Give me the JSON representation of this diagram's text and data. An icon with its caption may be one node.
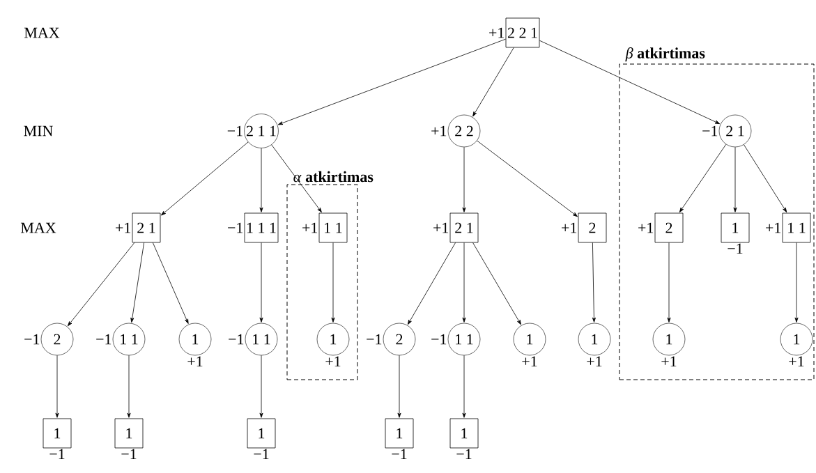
{
  "diagram": {
    "nodes": [
      {
        "text": [
          "2 2 1"
        ],
        "beside": [
          "+1"
        ]
      },
      {
        "text": [
          "2 1 1"
        ],
        "beside": [
          "−1"
        ]
      },
      {
        "text": [
          "2 2"
        ],
        "beside": [
          "+1"
        ]
      },
      {
        "text": [
          "*β* **atkirtimas**"
        ]
      },
      {
        "text": [
          "2 1"
        ],
        "beside": [
          "−1"
        ],
        "in": 3
      },
      {
        "text": [
          "2 1"
        ],
        "beside": [
          "+1"
        ]
      },
      {
        "text": [
          "1 1 1"
        ],
        "beside": [
          "−1"
        ]
      },
      {
        "text": [
          "*α* **atkirtimas**"
        ]
      },
      {
        "text": [
          "1 1"
        ],
        "beside": [
          "+1"
        ],
        "in": 7
      },
      {
        "text": [
          "2 1"
        ],
        "beside": [
          "+1"
        ]
      },
      {
        "text": [
          "2"
        ],
        "beside": [
          "+1"
        ]
      },
      {
        "text": [
          "2"
        ],
        "beside": [
          "+1"
        ],
        "in": 3
      },
      {
        "text": [
          "1"
        ],
        "beside": [
          "−1"
        ],
        "in": 3
      },
      {
        "text": [
          "1 1"
        ],
        "beside": [
          "+1"
        ],
        "in": 3
      },
      {
        "text": [
          "2"
        ],
        "beside": [
          "−1"
        ]
      },
      {
        "text": [
          "1 1"
        ],
        "beside": [
          "−1"
        ]
      },
      {
        "text": [
          "1"
        ],
        "beside": [
          "+1"
        ]
      },
      {
        "text": [
          "1 1"
        ],
        "beside": [
          "−1"
        ]
      },
      {
        "text": [
          "1"
        ],
        "beside": [
          "+1"
        ],
        "in": 7
      },
      {
        "text": [
          "2"
        ],
        "beside": [
          "−1"
        ]
      },
      {
        "text": [
          "1 1"
        ],
        "beside": [
          "−1"
        ]
      },
      {
        "text": [
          "1"
        ],
        "beside": [
          "+1"
        ]
      },
      {
        "text": [
          "1"
        ],
        "beside": [
          "+1"
        ]
      },
      {
        "text": [
          "1"
        ],
        "beside": [
          "+1"
        ],
        "in": 3
      },
      {
        "text": [
          "1"
        ],
        "beside": [
          "+1"
        ],
        "in": 3
      },
      {
        "text": [
          "1"
        ],
        "beside": [
          "−1"
        ]
      },
      {
        "text": [
          "1"
        ],
        "beside": [
          "−1"
        ]
      },
      {
        "text": [
          "1"
        ],
        "beside": [
          "−1"
        ]
      },
      {
        "text": [
          "1"
        ],
        "beside": [
          "−1"
        ]
      },
      {
        "text": [
          "1"
        ],
        "beside": [
          "−1"
        ]
      }
    ],
    "edges": [
      {
        "from": 0,
        "to": 1,
        "arrow": "to"
      },
      {
        "from": 0,
        "to": 2,
        "arrow": "to"
      },
      {
        "from": 0,
        "to": 4,
        "arrow": "to"
      },
      {
        "from": 1,
        "to": 5,
        "arrow": "to"
      },
      {
        "from": 1,
        "to": 6,
        "arrow": "to"
      },
      {
        "from": 1,
        "to": 8,
        "arrow": "to"
      },
      {
        "from": 2,
        "to": 9,
        "arrow": "to"
      },
      {
        "from": 2,
        "to": 10,
        "arrow": "to"
      },
      {
        "from": 4,
        "to": 11,
        "arrow": "to"
      },
      {
        "from": 4,
        "to": 12,
        "arrow": "to"
      },
      {
        "from": 4,
        "to": 13,
        "arrow": "to"
      },
      {
        "from": 5,
        "to": 14,
        "arrow": "to"
      },
      {
        "from": 5,
        "to": 15,
        "arrow": "to"
      },
      {
        "from": 5,
        "to": 16,
        "arrow": "to"
      },
      {
        "from": 6,
        "to": 17,
        "arrow": "to"
      },
      {
        "from": 8,
        "to": 18,
        "arrow": "to"
      },
      {
        "from": 9,
        "to": 19,
        "arrow": "to"
      },
      {
        "from": 9,
        "to": 20,
        "arrow": "to"
      },
      {
        "from": 9,
        "to": 21,
        "arrow": "to"
      },
      {
        "from": 10,
        "to": 22,
        "arrow": "to"
      },
      {
        "from": 11,
        "to": 23,
        "arrow": "to"
      },
      {
        "from": 13,
        "to": 24,
        "arrow": "to"
      },
      {
        "from": 14,
        "to": 25,
        "arrow": "to"
      },
      {
        "from": 15,
        "to": 26,
        "arrow": "to"
      },
      {
        "from": 17,
        "to": 27,
        "arrow": "to"
      },
      {
        "from": 19,
        "to": 28,
        "arrow": "to"
      },
      {
        "from": 20,
        "to": 29,
        "arrow": "to"
      }
    ],
    "labels": [
      "MAX",
      "MIN",
      "MAX"
    ]
  }
}
